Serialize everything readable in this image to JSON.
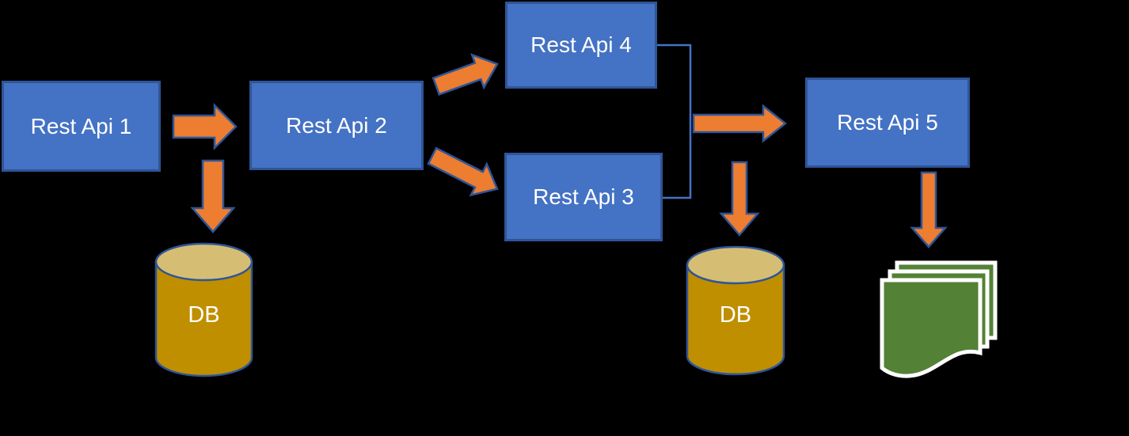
{
  "colors": {
    "background": "#000000",
    "node_fill": "#4472C4",
    "node_border": "#2F5597",
    "node_text": "#FFFFFF",
    "arrow_fill": "#ED7D31",
    "arrow_border": "#2F5597",
    "connector_line": "#4472C4",
    "db_body": "#BF8F00",
    "db_top": "#D5BE73",
    "document_green": "#538135",
    "document_outline": "#FFFFFF"
  },
  "nodes": {
    "api1": {
      "label": "Rest Api 1",
      "type": "service-box"
    },
    "api2": {
      "label": "Rest Api 2",
      "type": "service-box"
    },
    "api3": {
      "label": "Rest Api 3",
      "type": "service-box"
    },
    "api4": {
      "label": "Rest Api 4",
      "type": "service-box"
    },
    "api5": {
      "label": "Rest Api 5",
      "type": "service-box"
    },
    "db1": {
      "label": "DB",
      "type": "database-cylinder"
    },
    "db2": {
      "label": "DB",
      "type": "database-cylinder"
    },
    "documents": {
      "type": "documents-icon",
      "label": ""
    }
  },
  "edges": [
    {
      "from": "Rest Api 1",
      "to": "Rest Api 2",
      "style": "block-arrow"
    },
    {
      "from": "Rest Api 1",
      "to": "DB (left)",
      "style": "block-arrow-down"
    },
    {
      "from": "Rest Api 2",
      "to": "Rest Api 4",
      "style": "block-arrow-diagonal-up"
    },
    {
      "from": "Rest Api 2",
      "to": "Rest Api 3",
      "style": "block-arrow-diagonal-down"
    },
    {
      "from": "Rest Api 4",
      "to": "junction",
      "style": "thin-line"
    },
    {
      "from": "Rest Api 3",
      "to": "junction",
      "style": "thin-line"
    },
    {
      "from": "junction",
      "to": "Rest Api 5",
      "style": "block-arrow"
    },
    {
      "from": "junction",
      "to": "DB (right)",
      "style": "block-arrow-down"
    },
    {
      "from": "Rest Api 5",
      "to": "documents",
      "style": "block-arrow-down"
    }
  ]
}
